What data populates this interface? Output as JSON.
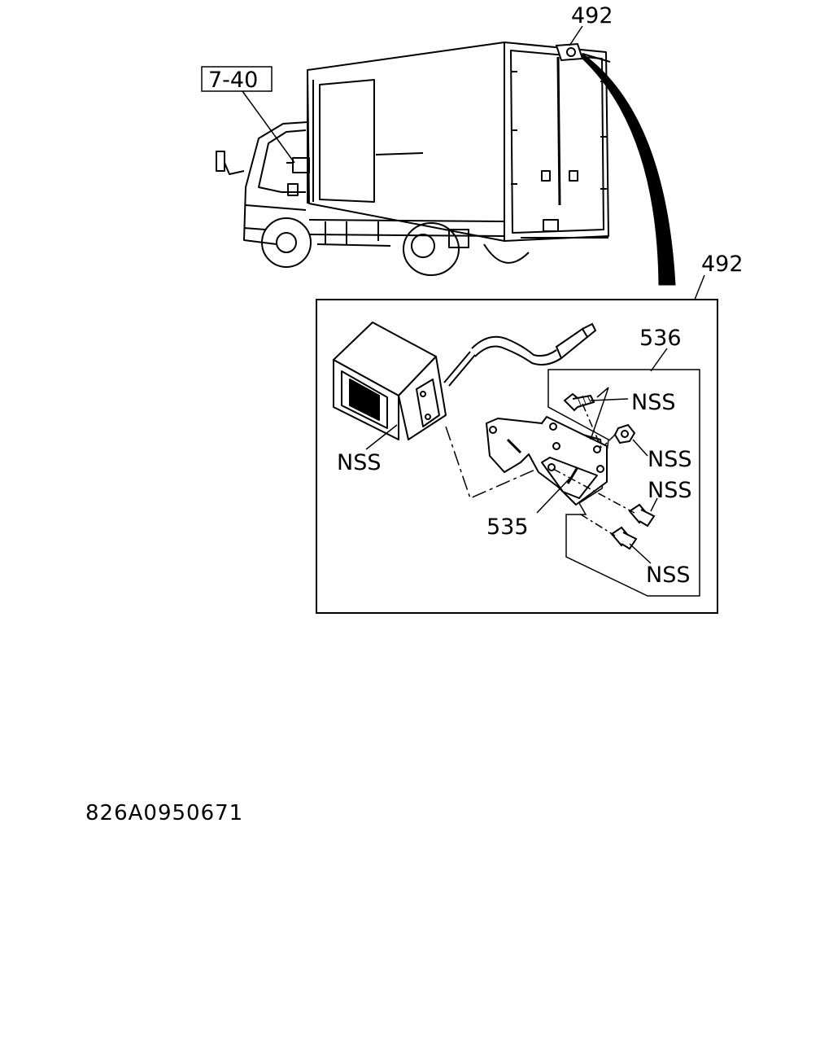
{
  "labels": {
    "ref_7_40": "7-40",
    "callout_492_top": "492",
    "callout_492_detail": "492",
    "part_536": "536",
    "part_535": "535",
    "nss_camera": "NSS",
    "nss_bolt_upper": "NSS",
    "nss_nut": "NSS",
    "nss_bolt_mid": "NSS",
    "nss_bolt_lower": "NSS"
  },
  "drawing_code": "826A0950671"
}
